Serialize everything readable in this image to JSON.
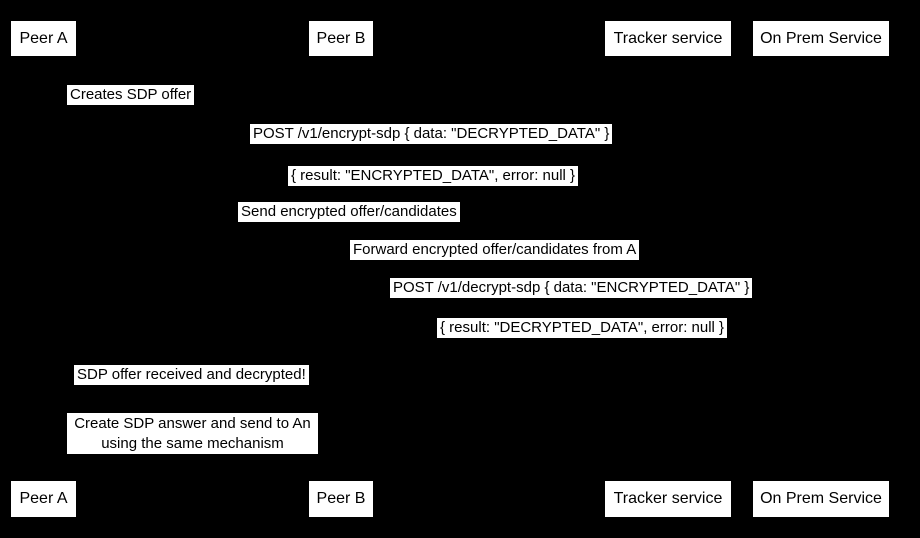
{
  "diagram": {
    "type": "sequence-diagram",
    "background_color": "#000000",
    "box_fill": "#ffffff",
    "box_text_color": "#000000",
    "actors": [
      "Peer A",
      "Peer B",
      "Tracker service",
      "On Prem Service"
    ],
    "messages": [
      {
        "text": "Creates SDP offer"
      },
      {
        "text": "POST /v1/encrypt-sdp { data: \"DECRYPTED_DATA\" }"
      },
      {
        "text": "{ result: \"ENCRYPTED_DATA\", error: null }"
      },
      {
        "text": "Send encrypted offer/candidates"
      },
      {
        "text": "Forward encrypted offer/candidates from A"
      },
      {
        "text": "POST /v1/decrypt-sdp { data: \"ENCRYPTED_DATA\" }"
      },
      {
        "text": "{ result: \"DECRYPTED_DATA\", error: null }"
      },
      {
        "text": "SDP offer received and decrypted!"
      }
    ],
    "note": {
      "line1": "Create SDP answer and send to An",
      "line2": "using the same mechanism"
    }
  }
}
